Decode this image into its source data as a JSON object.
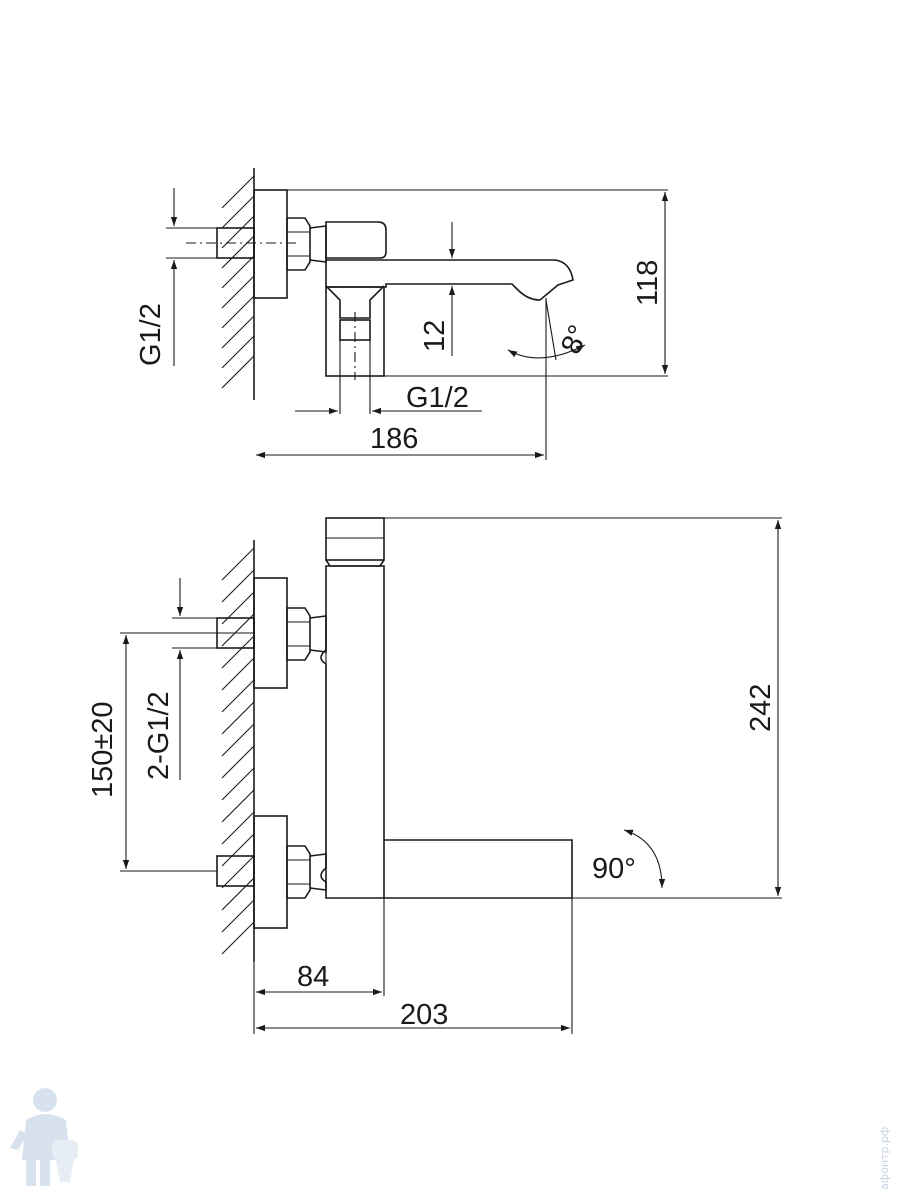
{
  "top_view": {
    "inlet_thread_left": "G1/2",
    "height": "118",
    "spout_gap": "12",
    "spout_angle": "8°",
    "outlet_thread": "G1/2",
    "projection": "186"
  },
  "front_view": {
    "inlet_spacing": "150±20",
    "inlet_thread": "2-G1/2",
    "height": "242",
    "rotation": "90°",
    "body_offset": "84",
    "overall_length": "203"
  },
  "watermark": {
    "text": "афонтр.рф",
    "icon": "plumber-mascot-icon"
  }
}
